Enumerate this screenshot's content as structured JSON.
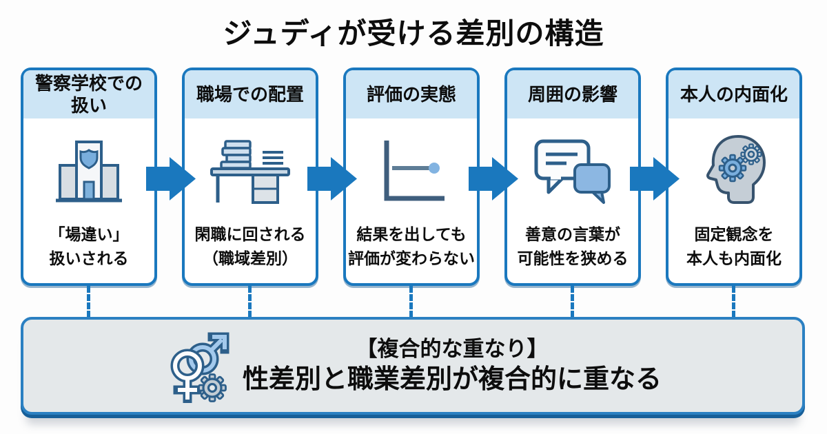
{
  "title": "ジュディが受ける差別の構造",
  "steps": [
    {
      "header": "警察学校での\n扱い",
      "icon": "police-station",
      "body": "「場違い」\n扱いされる"
    },
    {
      "header": "職場での配置",
      "icon": "desk-with-paperwork",
      "body": "閑職に回される\n（職域差別）"
    },
    {
      "header": "評価の実態",
      "icon": "flat-evaluation-chart",
      "body": "結果を出しても\n評価が変わらない"
    },
    {
      "header": "周囲の影響",
      "icon": "speech-bubbles",
      "body": "善意の言葉が\n可能性を狭める"
    },
    {
      "header": "本人の内面化",
      "icon": "head-with-gears",
      "body": "固定観念を\n本人も内面化"
    }
  ],
  "summary": {
    "icon": "gender-symbols-with-gear",
    "heading": "【複合的な重なり】",
    "body": "性差別と職業差別が複合的に重なる"
  },
  "colors": {
    "accent_blue": "#1a78be",
    "header_band": "#cde5f5",
    "summary_background": "#e4e8ea",
    "icon_outline_navy": "#2d5f8a",
    "icon_blue": "#79aedd",
    "icon_gray": "#c5ced6"
  }
}
